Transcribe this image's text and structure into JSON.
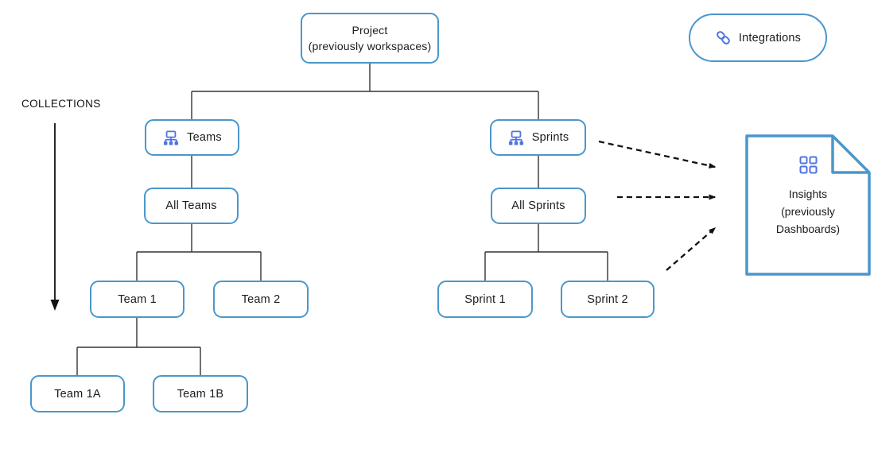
{
  "diagram": {
    "collections_label": "COLLECTIONS",
    "nodes": {
      "project": {
        "line1": "Project",
        "line2": "(previously workspaces)"
      },
      "teams": {
        "label": "Teams",
        "icon": "org-chart-icon"
      },
      "sprints": {
        "label": "Sprints",
        "icon": "org-chart-icon"
      },
      "all_teams": {
        "label": "All Teams"
      },
      "all_sprints": {
        "label": "All Sprints"
      },
      "team1": {
        "label": "Team 1"
      },
      "team2": {
        "label": "Team 2"
      },
      "team1a": {
        "label": "Team 1A"
      },
      "team1b": {
        "label": "Team 1B"
      },
      "sprint1": {
        "label": "Sprint 1"
      },
      "sprint2": {
        "label": "Sprint 2"
      }
    },
    "integrations": {
      "label": "Integrations",
      "icon": "link-icon"
    },
    "insights": {
      "line1": "Insights",
      "line2": "(previously",
      "line3": "Dashboards)",
      "icon": "grid-icon"
    },
    "colors": {
      "box_border": "#4a97cb",
      "icon_blue": "#4f74e3",
      "connector": "#333333",
      "arrow": "#111111"
    }
  }
}
